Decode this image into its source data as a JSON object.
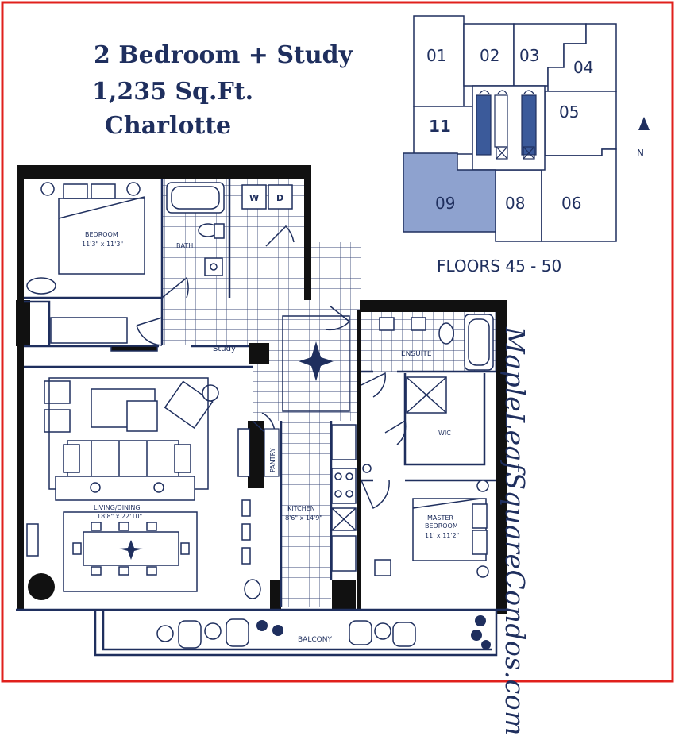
{
  "header": {
    "unit_type": "2 Bedroom + Study",
    "area": "1,235 Sq.Ft.",
    "model_name": "Charlotte"
  },
  "key_plan": {
    "units": [
      "01",
      "02",
      "03",
      "04",
      "05",
      "11",
      "09",
      "08",
      "06"
    ],
    "highlighted_unit": "09",
    "floors_label": "FLOORS 45 - 50",
    "north_label": "N"
  },
  "rooms": {
    "bedroom_name": "BEDROOM",
    "bedroom_size": "11'3\" x 11'3\"",
    "bath": "BATH",
    "laundry_w": "W",
    "laundry_d": "D",
    "study": "Study",
    "ensuite": "ENSUITE",
    "wic": "WIC",
    "pantry": "PANTRY",
    "kitchen_name": "KITCHEN",
    "kitchen_size": "8'6\" x 14'9\"",
    "living_name": "LIVING/DINING",
    "living_size": "18'8\" x 22'10\"",
    "master_name_1": "MASTER",
    "master_name_2": "BEDROOM",
    "master_size": "11' x 11'2\"",
    "balcony": "BALCONY"
  },
  "watermark": "MapleLeafSquareCondos.com",
  "colors": {
    "frame": "#e0201c",
    "navy": "#1f2f5e",
    "wall": "#111111",
    "highlight": "#8ea2cf"
  }
}
